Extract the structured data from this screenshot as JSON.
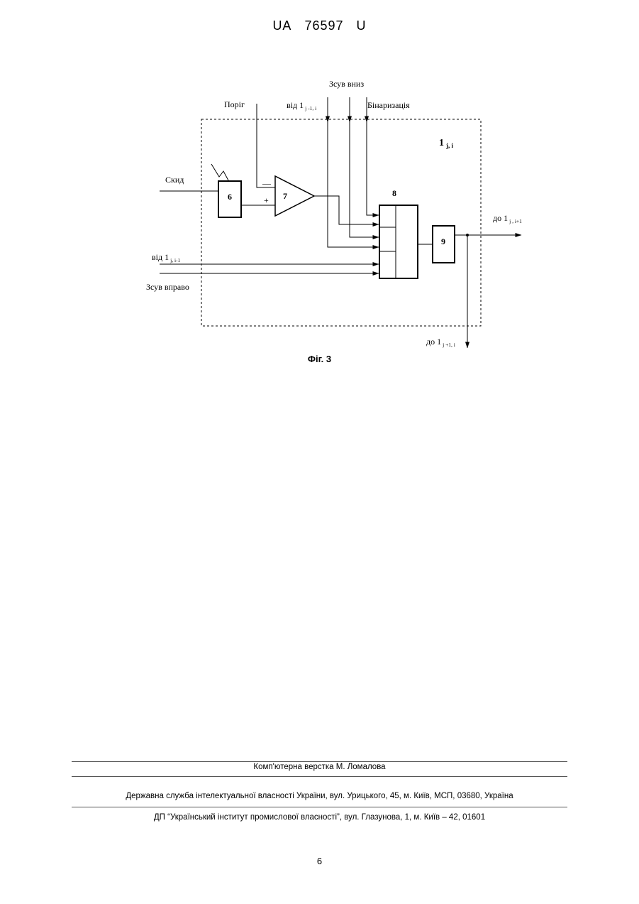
{
  "header": {
    "country": "UA",
    "number": "76597",
    "kind": "U"
  },
  "figure": {
    "caption": "Фіг. 3",
    "block_label": {
      "main": "1",
      "sub": "j, i"
    },
    "inputs": {
      "threshold": "Поріг",
      "from_top": {
        "main": "від 1",
        "sub": "j -1, i"
      },
      "shift_down": "Зсув вниз",
      "binarization": "Бінаризація",
      "reset": "Скид",
      "from_left": {
        "main": "від 1",
        "sub": "j, i-1"
      },
      "shift_right": "Зсув вправо"
    },
    "outputs": {
      "to_right": {
        "main": "до  1",
        "sub": "j , i+1"
      },
      "to_bottom": {
        "main": "до 1",
        "sub": "j +1, i"
      }
    },
    "elements": {
      "counter": "6",
      "comparator": "7",
      "multiplexer": "8",
      "register": "9",
      "minus_sign": "—",
      "plus_sign": "+"
    }
  },
  "footer": {
    "layout_credit": "Комп'ютерна верстка М. Ломалова",
    "agency": "Державна служба інтелектуальної власності України, вул. Урицького, 45, м. Київ, МСП, 03680, Україна",
    "institute": "ДП “Український інститут промислової власності”, вул. Глазунова, 1, м. Київ – 42, 01601"
  },
  "page_number": "6"
}
